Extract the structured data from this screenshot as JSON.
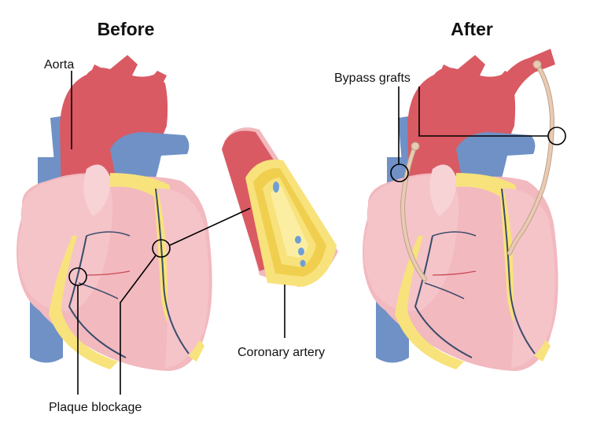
{
  "titles": {
    "before": "Before",
    "after": "After"
  },
  "labels": {
    "aorta": "Aorta",
    "plaque_blockage": "Plaque blockage",
    "coronary_artery": "Coronary artery",
    "bypass_grafts": "Bypass grafts"
  },
  "colors": {
    "heart_pink": "#f2b9bf",
    "heart_pink_light": "#f7d3d6",
    "heart_shadow": "#e69aa2",
    "aorta_red": "#d95a63",
    "aorta_red_dark": "#c94752",
    "vein_blue": "#6f91c6",
    "vein_blue_dark": "#5a7db5",
    "fat_yellow": "#f8e27c",
    "fat_yellow_dark": "#f0cf4f",
    "vessel_dark": "#3b4c6b",
    "plaque_blue": "#6d9fd6",
    "graft_tan": "#e9cbb3",
    "graft_outline": "#bfa08a"
  }
}
